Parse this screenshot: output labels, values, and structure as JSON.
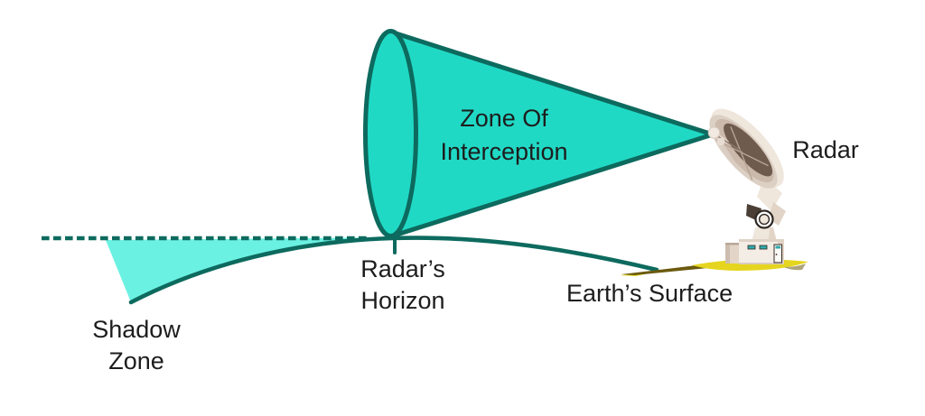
{
  "labels": {
    "zone_of_interception": {
      "line1": "Zone Of",
      "line2": "Interception"
    },
    "radar": "Radar",
    "radars_horizon": {
      "line1": "Radar’s",
      "line2": "Horizon"
    },
    "shadow_zone": {
      "line1": "Shadow",
      "line2": "Zone"
    },
    "earths_surface": "Earth’s Surface"
  },
  "icons": {
    "radar_dish": "radar-dish-icon",
    "radar_building": "radar-station-building-icon"
  },
  "colors": {
    "cone_fill": "#20D9C5",
    "shadow_zone_fill": "#6BF1E2",
    "outline_teal": "#0D6A5E",
    "text": "#1D1D1D",
    "ground_yellow": "#E5D51F",
    "ground_olive": "#6B5A0E",
    "dish_cream": "#EFE6DC",
    "dish_dark": "#6E5B4E",
    "window_teal": "#2EA9AE",
    "bg": "#FFFFFF"
  }
}
